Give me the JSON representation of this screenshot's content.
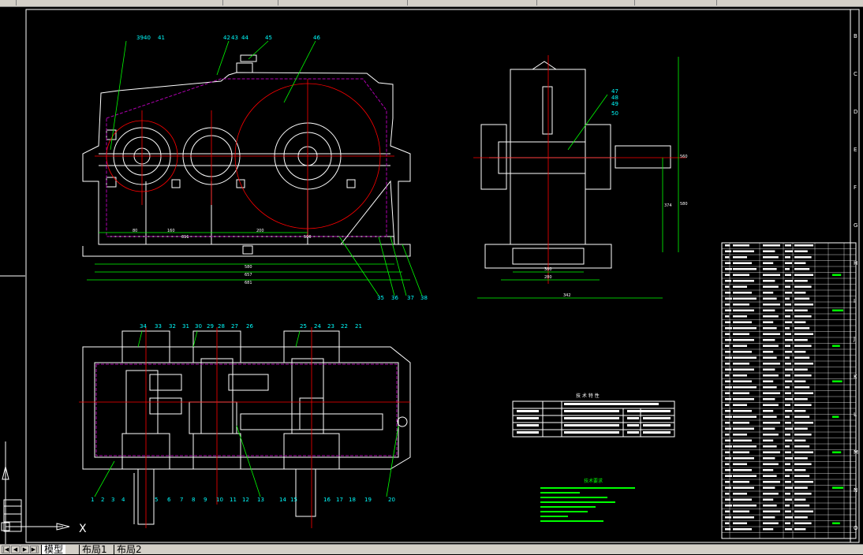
{
  "app": {
    "title_fragment": "布局",
    "tabs": [
      {
        "label": "模型",
        "active": true
      },
      {
        "label": "布局1",
        "active": false
      },
      {
        "label": "布局2",
        "active": false
      }
    ],
    "ucs_axis_label": "X"
  },
  "drawing": {
    "front_view_callouts_top": [
      "39",
      "40",
      "41",
      "42",
      "43",
      "44",
      "45",
      "46"
    ],
    "front_view_callouts_bottom": [
      "35",
      "36",
      "37",
      "38"
    ],
    "front_view_dims": [
      "80",
      "160",
      "200",
      "580",
      "657",
      "681",
      "311",
      "500"
    ],
    "side_view_callouts": [
      "47",
      "48",
      "49",
      "50"
    ],
    "side_view_dims": [
      "380",
      "280",
      "342",
      "560",
      "374",
      "580"
    ],
    "plan_view_callouts_top": [
      "34",
      "33",
      "32",
      "31",
      "30",
      "29",
      "28",
      "27",
      "26",
      "25",
      "24",
      "23",
      "22",
      "21"
    ],
    "plan_view_callouts_bottom": [
      "1",
      "2",
      "3",
      "4",
      "5",
      "6",
      "7",
      "8",
      "9",
      "10",
      "11",
      "12",
      "13",
      "14",
      "15",
      "16",
      "17",
      "18",
      "19",
      "20"
    ],
    "spec_table_title": "技 术 特 性",
    "notes_title": "技术要求",
    "border_letters_right": [
      "B",
      "C",
      "D",
      "E",
      "F",
      "G",
      "H",
      "I",
      "J",
      "K",
      "L",
      "M",
      "N",
      "O"
    ]
  },
  "colors": {
    "background": "#000000",
    "outline": "#ffffff",
    "centerline": "#ff0000",
    "hidden": "#b000b0",
    "dimension": "#00ff00",
    "callout": "#00ffff",
    "ui_gray": "#d4d0c8"
  }
}
